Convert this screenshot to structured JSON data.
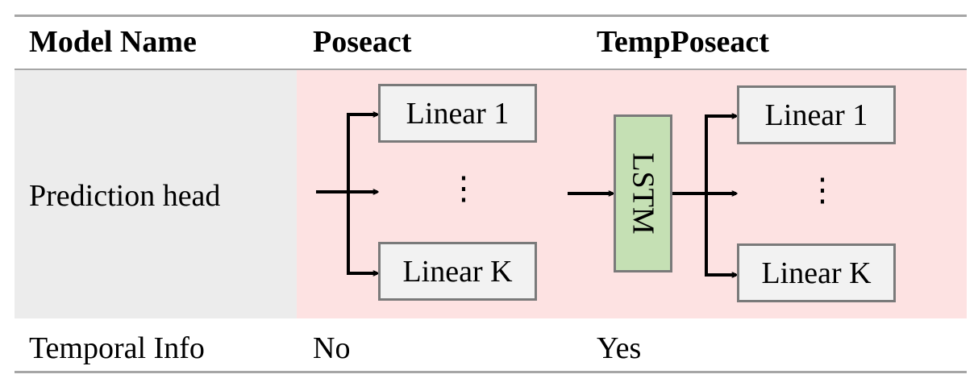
{
  "header": {
    "col1": "Model Name",
    "col2": "Poseact",
    "col3": "TempPoseact"
  },
  "rows": {
    "prediction_head": {
      "label": "Prediction head"
    },
    "temporal_info": {
      "label": "Temporal Info",
      "poseact": "No",
      "temp_poseact": "Yes"
    }
  },
  "poseact_head": {
    "top_box": "Linear 1",
    "ellipsis": "⋮",
    "bottom_box": "Linear K"
  },
  "temp_poseact_head": {
    "lstm": "LSTM",
    "top_box": "Linear 1",
    "ellipsis": "⋮",
    "bottom_box": "Linear K"
  },
  "colors": {
    "label_column_bg": "#ececec",
    "head_region_bg": "#fde2e2",
    "linear_box_bg": "#f2f2f2",
    "lstm_box_bg": "#c5e0b4"
  }
}
